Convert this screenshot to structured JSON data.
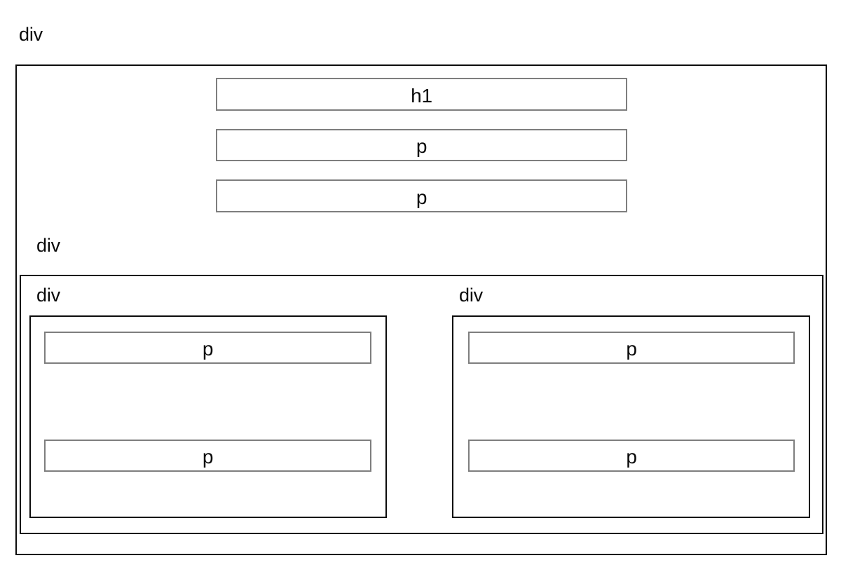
{
  "diagram": {
    "type": "dom-wireframe",
    "title_visible": false,
    "background_color": "#ffffff",
    "container_border_color": "#0c0c0c",
    "leaf_border_color": "#7e7e7e",
    "text_color": "#0a0a0a"
  },
  "root": {
    "label": "div",
    "head_group": [
      {
        "label": "h1"
      },
      {
        "label": "p"
      },
      {
        "label": "p"
      }
    ],
    "section": {
      "label": "div",
      "columns": [
        {
          "label": "div",
          "items": [
            {
              "label": "p"
            },
            {
              "label": "p"
            }
          ]
        },
        {
          "label": "div",
          "items": [
            {
              "label": "p"
            },
            {
              "label": "p"
            }
          ]
        }
      ]
    }
  }
}
